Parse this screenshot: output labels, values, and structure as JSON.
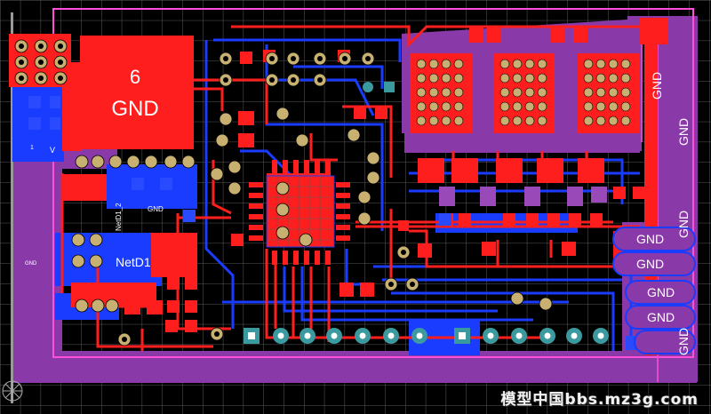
{
  "board": {
    "colors": {
      "background": "#000000",
      "grid": "#5a5a5a",
      "top_copper": "#ff1e1e",
      "bottom_copper": "#1a3cff",
      "ground_pour": "#8a3aa8",
      "outline": "#ff4fd8",
      "pad_ring": "#c8b070",
      "via_teal": "#3a9aa0",
      "silkscreen": "#ffffff"
    },
    "labels": {
      "gnd_main_number": "6",
      "gnd_main": "GND",
      "gnd_right_1": "GND",
      "gnd_right_2": "GND",
      "gnd_right_3": "GND",
      "gnd_pill_1": "GND",
      "gnd_pill_2": "GND",
      "gnd_pill_3": "GND",
      "gnd_pill_4": "GND",
      "gnd_pill_5": "GND",
      "gnd_small": "GND",
      "netd1": "NetD1_2",
      "netd1_big": "NetD1",
      "gnd_left": "GND",
      "small_v": "V",
      "small_id": "1"
    }
  },
  "watermark": "模型中国bbs.mz3g.com"
}
